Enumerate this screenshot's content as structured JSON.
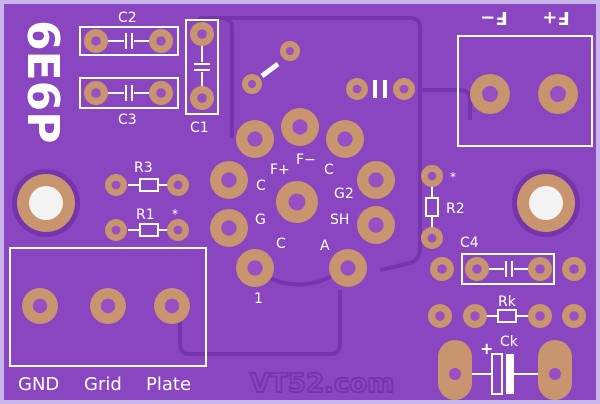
{
  "board": {
    "colors": {
      "frame": "#c9b4ec",
      "solder_mask": "#8a45c0",
      "trace": "#7735ad",
      "pad_copper": "#c9956e",
      "pad_hole": "#9650c4",
      "silkscreen": "#ffffff",
      "mount_hole": "#f3f3f3"
    },
    "title": "6E6P",
    "watermark": "VT52.com",
    "components": {
      "c2": "C2",
      "c3": "C3",
      "c1": "C1",
      "r3": "R3",
      "r1": "R1",
      "r2": "R2",
      "c4": "C4",
      "rk": "Rk",
      "ck": "Ck",
      "ck_polarity": "+"
    },
    "tube_socket": {
      "pin_labels": {
        "f_plus": "F+",
        "f_minus": "F−",
        "c_top_left": "C",
        "c_top_right": "C",
        "g2": "G2",
        "g": "G",
        "sh": "SH",
        "c_bottom": "C",
        "a": "A",
        "pin1": "1"
      }
    },
    "power_connector": {
      "labels": [
        "F−",
        "F+"
      ]
    },
    "signal_connector": {
      "labels": [
        "GND",
        "Grid",
        "Plate"
      ]
    },
    "marks": {
      "r1_star": "*",
      "r2_star": "*"
    }
  }
}
